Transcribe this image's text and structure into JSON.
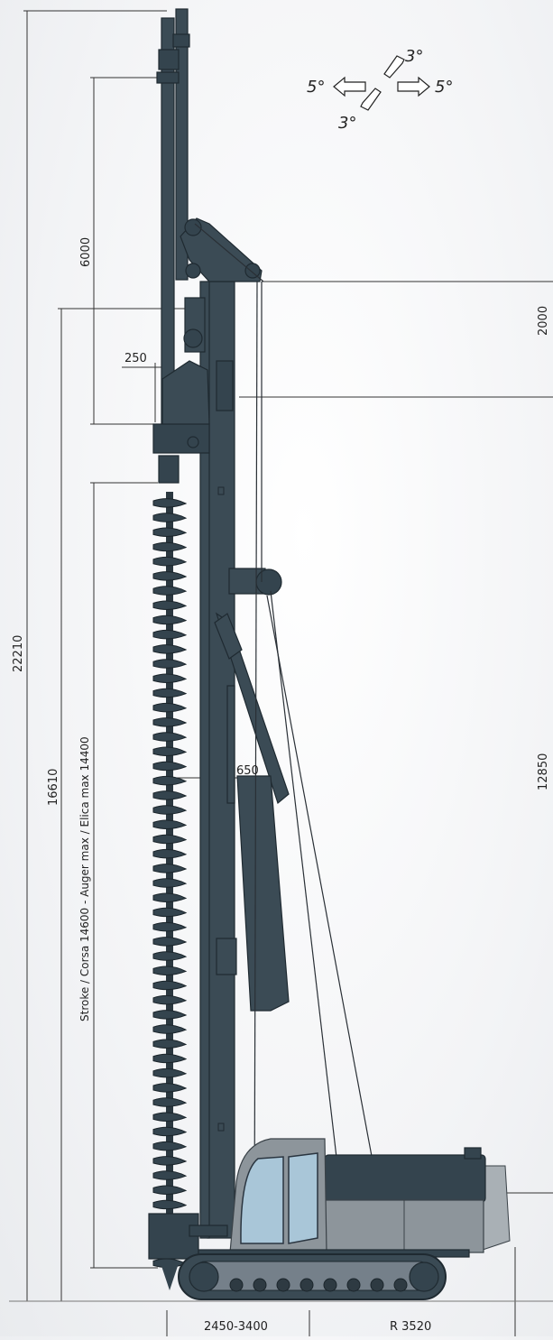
{
  "dimensions": {
    "total_height": "22210",
    "mast_height": "16610",
    "stroke_label": "Stroke / Corsa 14600  -  Auger max / Elica max 14400",
    "upper_stroke": "6000",
    "offset_small": "250",
    "auger_axis": "650",
    "top_head": "2000",
    "right_height": "12850",
    "base_track": "2450-3400",
    "tail_radius": "R 3520"
  },
  "inclination": {
    "side_left": "5°",
    "side_right": "5°",
    "fore_top": "3°",
    "fore_bottom": "3°"
  },
  "colors": {
    "mast": "#3b4b55",
    "cab_glass": "#a9c6d8",
    "body": "#8d959b"
  }
}
